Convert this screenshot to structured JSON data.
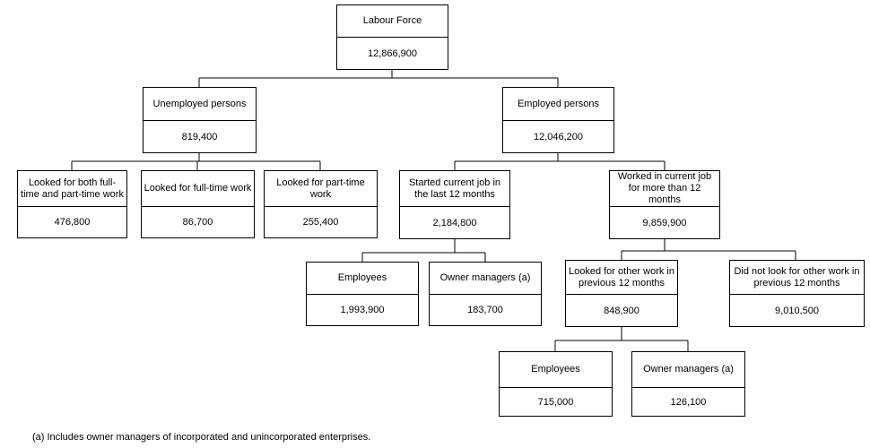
{
  "nodes": {
    "labour_force": {
      "label": "Labour Force",
      "value": "12,866,900"
    },
    "unemployed": {
      "label": "Unemployed persons",
      "value": "819,400"
    },
    "employed": {
      "label": "Employed persons",
      "value": "12,046,200"
    },
    "looked_both": {
      "label": "Looked for both full-time and part-time  work",
      "value": "476,800"
    },
    "looked_full": {
      "label": "Looked for full-time work",
      "value": "86,700"
    },
    "looked_part": {
      "label": "Looked for part-time work",
      "value": "255,400"
    },
    "started_recent": {
      "label": "Started current job in the last 12 months",
      "value": "2,184,800"
    },
    "worked_long": {
      "label": "Worked in current job for more than 12 months",
      "value": "9,859,900"
    },
    "employees_recent": {
      "label": "Employees",
      "value": "1,993,900"
    },
    "owner_recent": {
      "label": "Owner managers (a)",
      "value": "183,700"
    },
    "looked_other": {
      "label": "Looked for other work in previous 12 months",
      "value": "848,900"
    },
    "not_looked_other": {
      "label": "Did not look for other work in previous 12 months",
      "value": "9,010,500"
    },
    "employees_other": {
      "label": "Employees",
      "value": "715,000"
    },
    "owner_other": {
      "label": "Owner managers (a)",
      "value": "126,100"
    }
  },
  "footnote": "(a) Includes owner managers of incorporated and unincorporated enterprises."
}
